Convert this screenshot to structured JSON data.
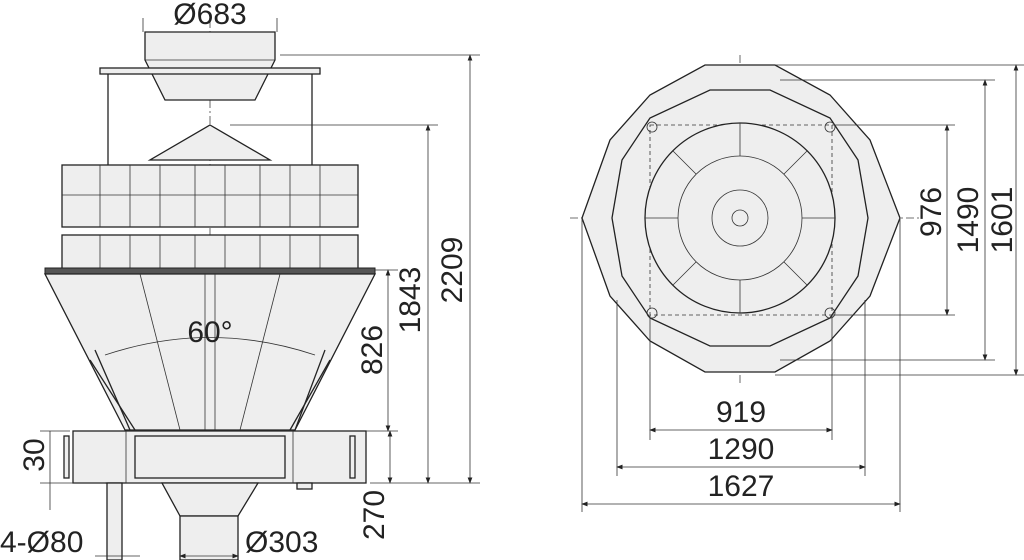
{
  "drawing": {
    "front_view": {
      "hopper_diameter": "Ø683",
      "total_height": "2209",
      "bucket_height": "1843",
      "cone_height": "826",
      "cone_angle": "60°",
      "frame_height": "30",
      "outlet_height": "270",
      "foot_diameter": "4-Ø80",
      "outlet_diameter": "Ø303"
    },
    "top_view": {
      "inner_width": "919",
      "frame_width": "1290",
      "overall_width": "1627",
      "inner_depth": "976",
      "frame_depth": "1490",
      "overall_depth": "1601"
    }
  }
}
